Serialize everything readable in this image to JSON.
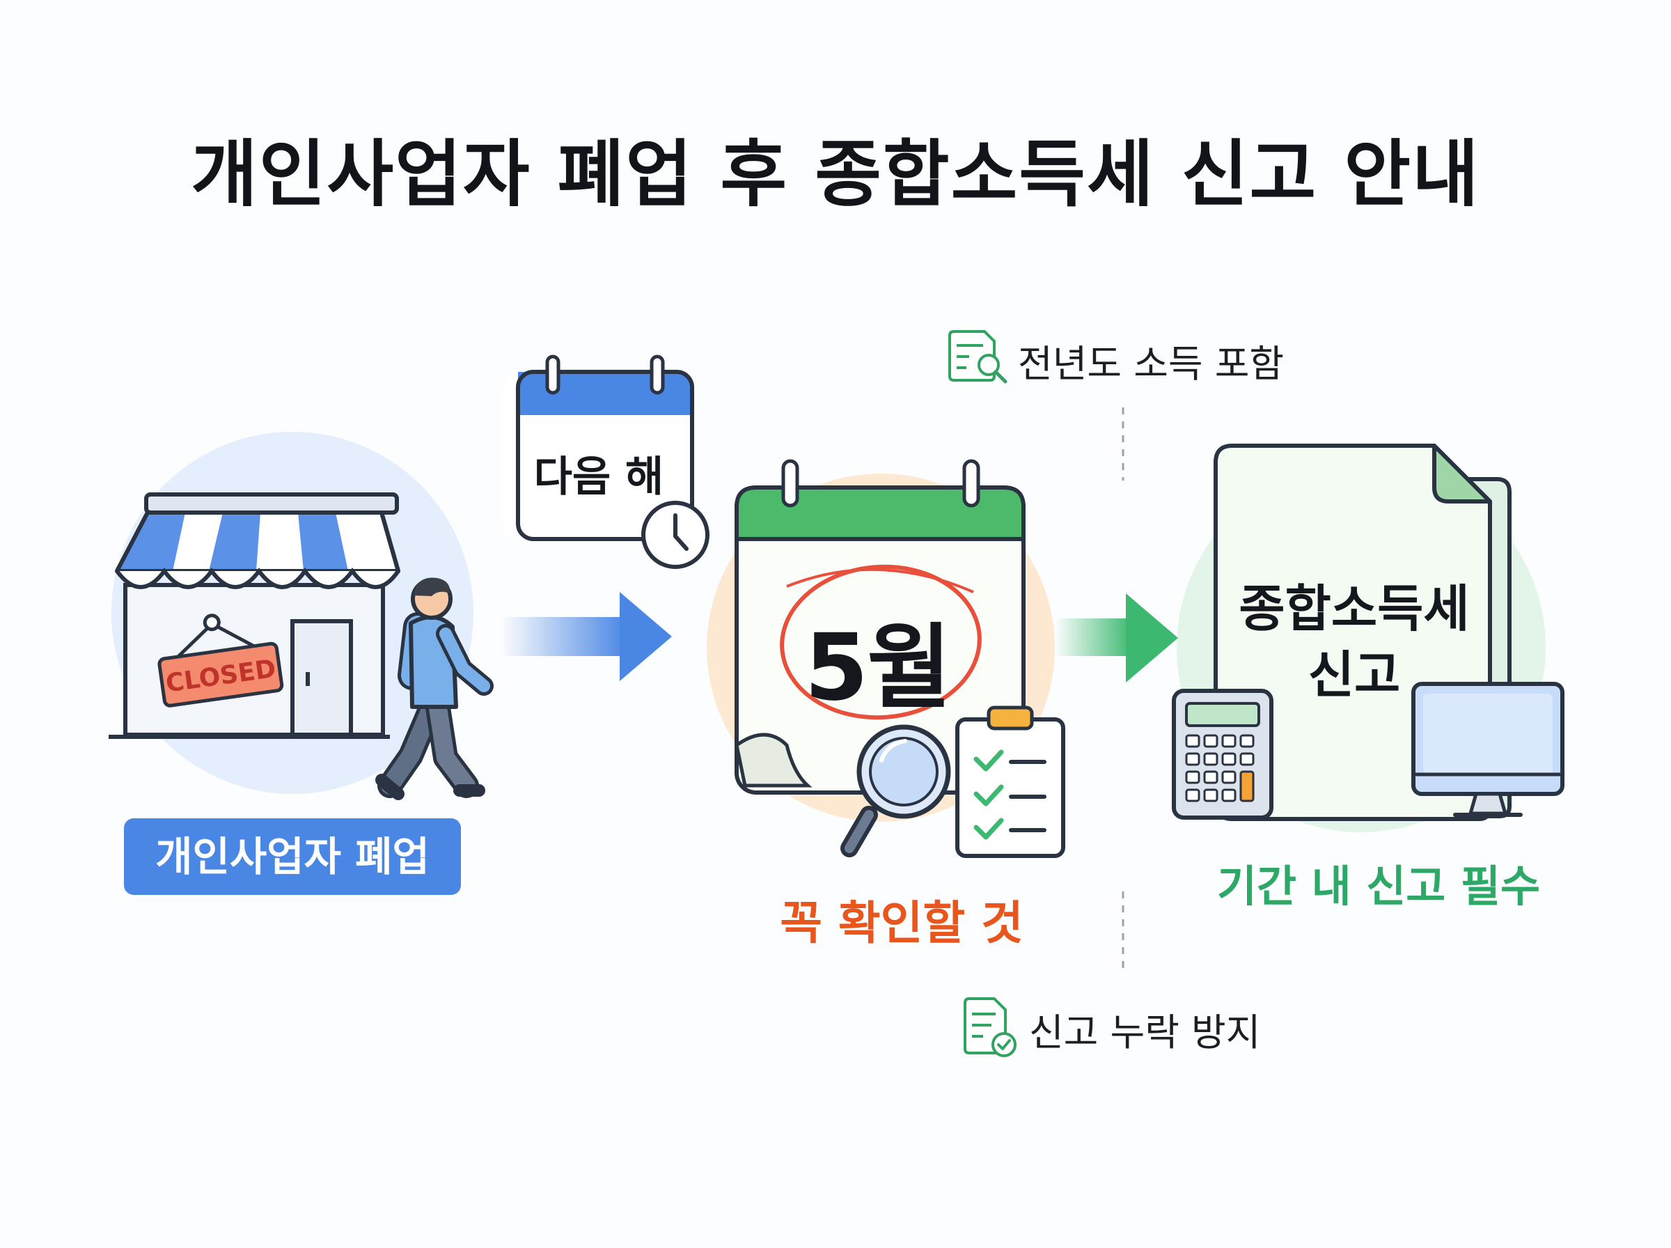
{
  "title": "개인사업자 폐업 후 종합소득세 신고 안내",
  "store": {
    "sign": "CLOSED",
    "badge": "개인사업자 폐업"
  },
  "next_year": {
    "label": "다음 해"
  },
  "month": {
    "label": "5월",
    "caption": "꼭 확인할 것"
  },
  "filing": {
    "line1": "종합소득세",
    "line2": "신고",
    "caption": "기간 내 신고 필수"
  },
  "notes": {
    "top": "전년도 소득 포함",
    "bottom": "신고 누락 방지"
  },
  "colors": {
    "blue": "#4a86e4",
    "green": "#2da866",
    "orange": "#e9561d",
    "red_circle": "#e8503c",
    "outline": "#2a3342"
  },
  "icons": [
    "storefront-icon",
    "closed-sign-icon",
    "walking-person-icon",
    "calendar-icon",
    "clock-icon",
    "magnifier-icon",
    "checklist-icon",
    "document-icon",
    "calculator-icon",
    "monitor-icon",
    "document-search-icon",
    "document-check-icon",
    "arrow-right-icon"
  ]
}
